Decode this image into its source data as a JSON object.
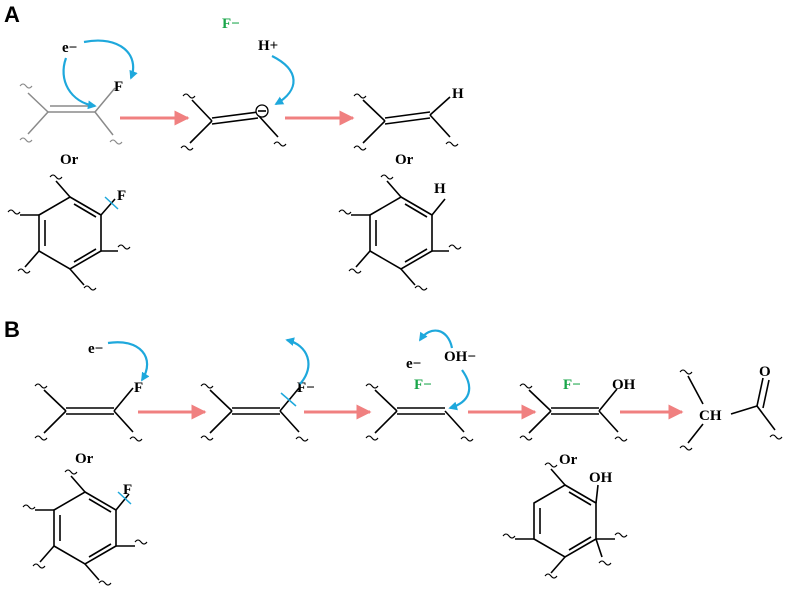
{
  "panels": {
    "a": "A",
    "b": "B"
  },
  "labels": {
    "e": "e−",
    "f": "F",
    "f_minus": "F−",
    "h": "H",
    "h_plus": "H+",
    "oh": "OH",
    "oh_minus": "OH−",
    "or": "Or",
    "ch": "CH",
    "o": "O"
  },
  "colors": {
    "reaction_arrow": "#f08080",
    "electron_arrow": "#1ea8dc",
    "fluoride_text": "#1aa64a",
    "bond": "#000000",
    "ghost_bond": "#8a8a8a"
  },
  "icons": [
    "reaction-arrow-icon",
    "curly-arrow-icon",
    "bond-cleavage-icon",
    "negative-charge-icon"
  ]
}
